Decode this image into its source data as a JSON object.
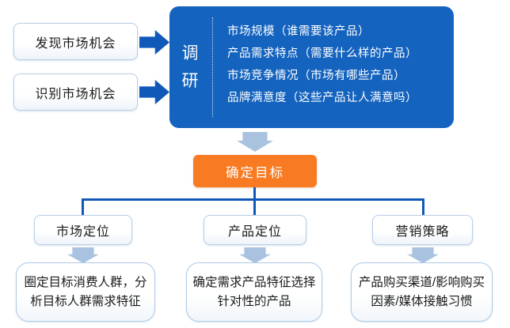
{
  "diagram": {
    "sources": [
      {
        "label": "发现市场机会"
      },
      {
        "label": "识别市场机会"
      }
    ],
    "research": {
      "title": "调研",
      "items": [
        "市场规模（谁需要该产品）",
        "产品需求特点（需要什么样的产品）",
        "市场竞争情况（市场有哪些产品）",
        "品牌满意度（这些产品让人满意吗）"
      ]
    },
    "goal": {
      "label": "确定目标"
    },
    "branches": [
      {
        "label": "市场定位",
        "detail": "圈定目标消费人群，分析目标人群需求特征"
      },
      {
        "label": "产品定位",
        "detail": "确定需求产品特征选择针对性的产品"
      },
      {
        "label": "营销策略",
        "detail": "产品购买渠道/影响购买因素/媒体接触习惯"
      }
    ],
    "colors": {
      "panel_blue": "#1463be",
      "arrow_blue": "#1159b8",
      "goal_orange": "#f87b23",
      "soft_arrow_blue": "#a9c2e0",
      "light_border_blue": "#aecbe6"
    }
  }
}
